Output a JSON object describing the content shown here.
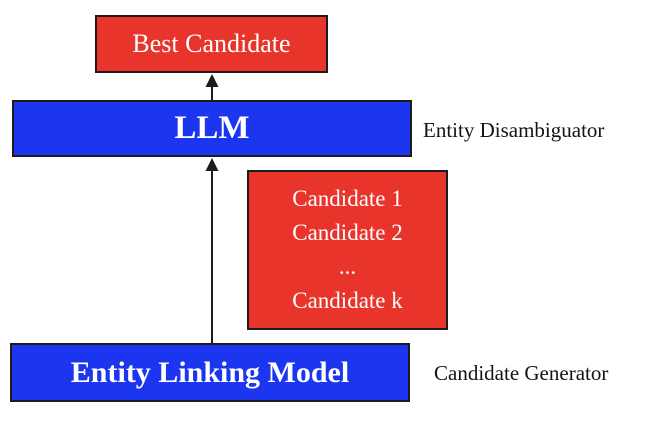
{
  "diagram": {
    "boxes": {
      "best_candidate": {
        "label": "Best Candidate"
      },
      "llm": {
        "label": "LLM"
      },
      "candidates": {
        "lines": [
          "Candidate 1",
          "Candidate 2",
          "...",
          "Candidate k"
        ]
      },
      "entity_linking_model": {
        "label": "Entity Linking Model"
      }
    },
    "labels": {
      "entity_disambiguator": "Entity Disambiguator",
      "candidate_generator": "Candidate Generator"
    },
    "colors": {
      "red": "#e8342a",
      "blue": "#1c36f0",
      "border": "#1c1c1c",
      "box_text": "#ffffff",
      "label_text": "#141414",
      "arrow": "#1c1c1c",
      "background": "#ffffff"
    }
  }
}
